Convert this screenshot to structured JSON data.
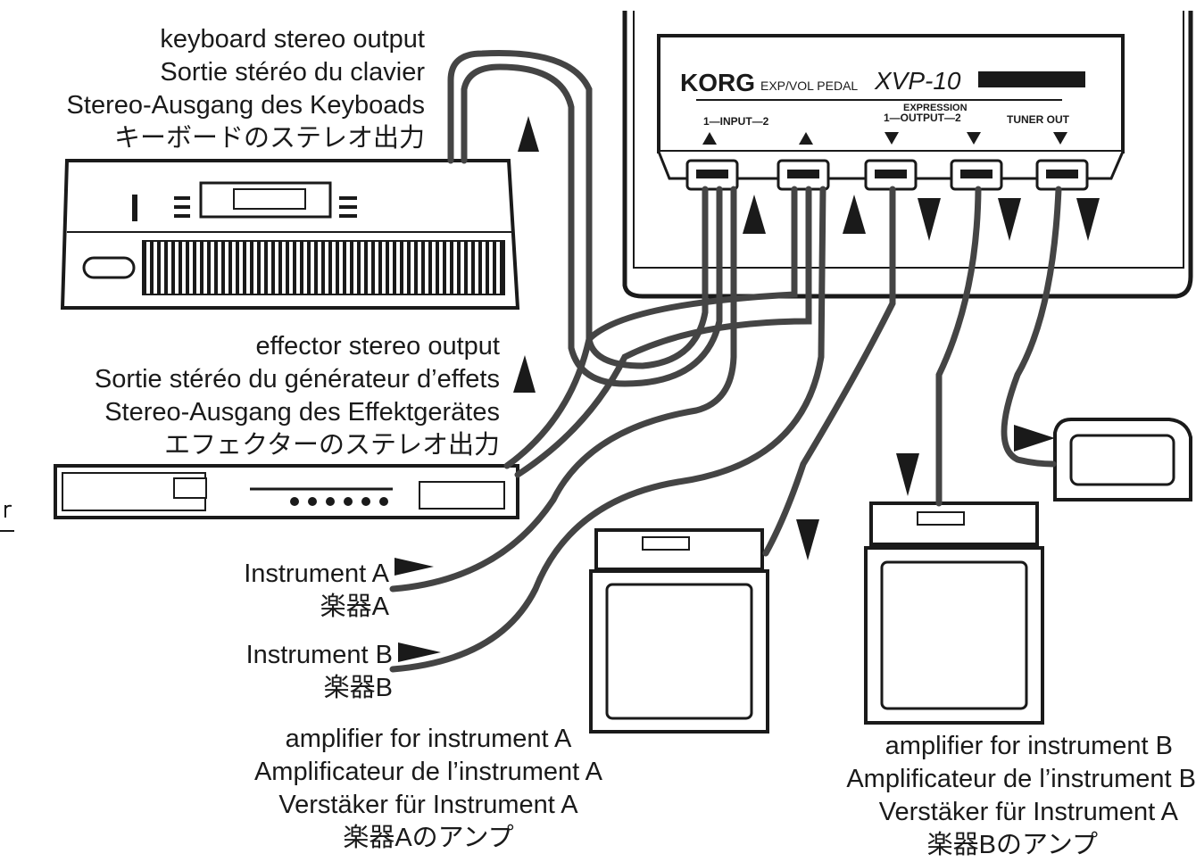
{
  "pedal": {
    "brand": "KORG",
    "type": "EXP/VOL PEDAL",
    "model": "XVP-10",
    "expression": "EXPRESSION",
    "input": "1—INPUT—2",
    "output": "1—OUTPUT—2",
    "tuner_out": "TUNER OUT"
  },
  "labels": {
    "keyboard": [
      "keyboard stereo output",
      "Sortie stéréo du clavier",
      "Stereo-Ausgang des Keyboads",
      "キーボードのステレオ出力"
    ],
    "effector": [
      "effector stereo output",
      "Sortie stéréo du générateur d’effets",
      "Stereo-Ausgang des Effektgerätes",
      "エフェクターのステレオ出力"
    ],
    "instrument_a": [
      "Instrument A",
      "楽器A"
    ],
    "instrument_b": [
      "Instrument B",
      "楽器B"
    ],
    "amp_a": [
      "amplifier for instrument A",
      "Amplificateur de l’instrument A",
      "Verstäker für Instrument A",
      "楽器Aのアンプ"
    ],
    "amp_b": [
      "amplifier for instrument B",
      "Amplificateur de l’instrument B",
      "Verstäker für Instrument A",
      "楽器Bのアンプ"
    ]
  },
  "colors": {
    "ink": "#1a1a1a",
    "cable": "#444444",
    "paper": "#ffffff"
  }
}
